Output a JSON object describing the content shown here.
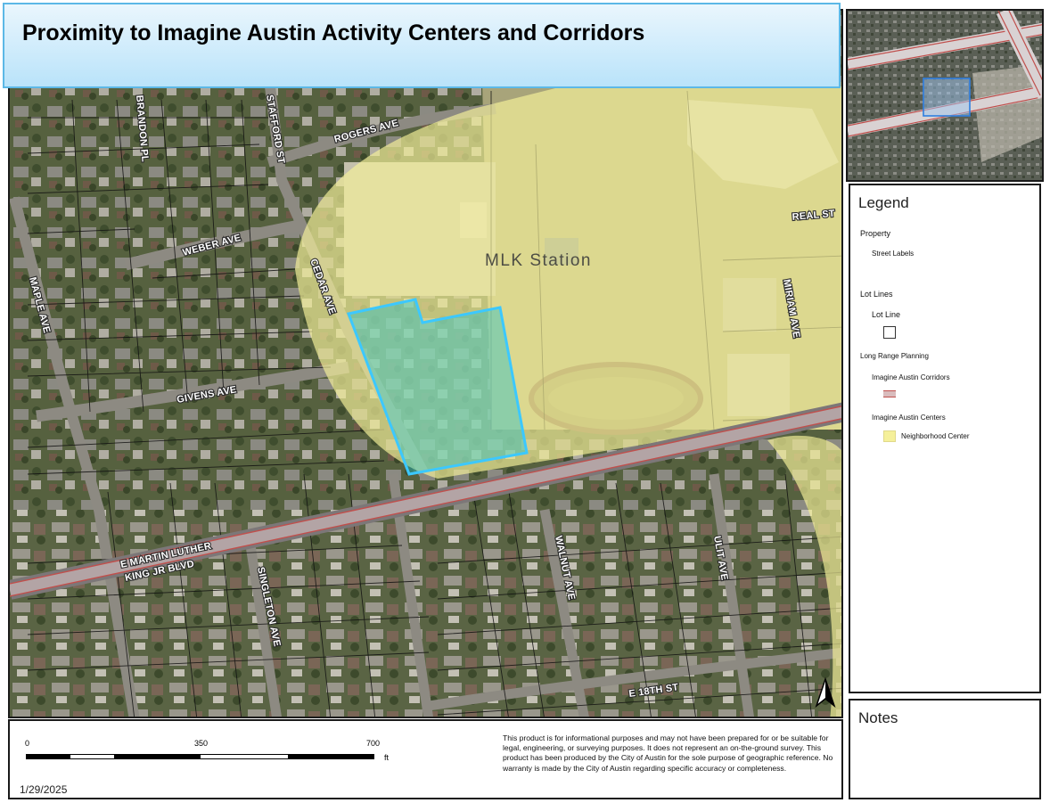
{
  "title": "Proximity to Imagine Austin Activity Centers and Corridors",
  "map": {
    "place_label": "MLK Station",
    "streets": {
      "rogers": "ROGERS AVE",
      "stafford": "STAFFORD ST",
      "brandon": "BRANDON PL",
      "weber": "WEBER AVE",
      "cedar": "CEDAR AVE",
      "maple": "MAPLE AVE",
      "givens": "GIVENS AVE",
      "mlk_line1": "E MARTIN LUTHER",
      "mlk_line2": "KING JR BLVD",
      "singleton": "SINGLETON AVE",
      "walnut": "WALNUT AVE",
      "ulit": "ULIT AVE",
      "e18th": "E 18TH ST",
      "real": "REAL ST",
      "miriam": "MIRIAM AVE"
    },
    "north_arrow_icon": "north-arrow-icon"
  },
  "legend": {
    "title": "Legend",
    "property": "Property",
    "street_labels": "Street Labels",
    "lot_lines_group": "Lot Lines",
    "lot_line": "Lot Line",
    "long_range_planning": "Long Range Planning",
    "corridors": "Imagine Austin Corridors",
    "centers": "Imagine Austin Centers",
    "neighborhood_center": "Neighborhood Center",
    "colors": {
      "center_fill": "#f5f09a",
      "corridor": "#c0504d",
      "property_outline": "#3cc8ff"
    }
  },
  "notes": {
    "title": "Notes"
  },
  "scale": {
    "zero": "0",
    "mid": "350",
    "max": "700",
    "unit": "ft"
  },
  "disclaimer": "This product is for informational purposes and may not have been prepared for or be suitable for legal, engineering, or surveying purposes. It does not represent an on-the-ground survey. This product has been produced by the City of Austin for the sole purpose of geographic reference. No warranty is made by the City of Austin regarding specific accuracy or completeness.",
  "date": "1/29/2025"
}
